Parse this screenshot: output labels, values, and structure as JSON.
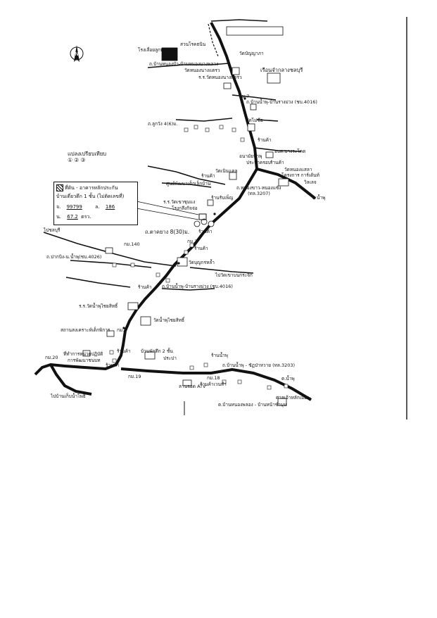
{
  "legend": {
    "item1": "ที่ดิน - อาคารหลักประกัน",
    "item2": "บ้านเดี่ยวตึก 1 ชั้น (ไม่ติดเลขที่)",
    "deed_prefix": "จ.",
    "deed_no": "99799",
    "deed_mid": "ล.",
    "deed_page": "186",
    "area_prefix": "น.",
    "area_val": "67.2",
    "area_unit": "ตรว."
  },
  "compare": {
    "title": "แปลงเปรียบเทียบ",
    "numbers": "①②③"
  },
  "north": "N",
  "labels": {
    "l1": "โรงเลื่อยลูกท",
    "l2": "สวนโรคธนิน",
    "l3": "วัดบัญญาภา",
    "l4": "ถ.บ้านหนองบัว-บ้านหนองบางพลวง",
    "l5": "วัดหนองนางแตรว",
    "l6": "ร.ร.วัดหนองนางแตรว",
    "l7": "เรือนจำกลางชลบุรี",
    "l8": "กม.7",
    "l9": "ถ.บ้านน้ำพุ-บ้านรางม่วง (ชบ.4016)",
    "l10": "ถ.ลูกวัง 4(6)ม.",
    "l11": "วัดไม่ซีอ",
    "l12": "ร้านค้า",
    "l13": "อบต.บางระโคด",
    "l14": "อนามัยน้ำพุ",
    "l15": "ประปาครอบ",
    "l16": "ร้านค้า",
    "l17": "วัดหนองแสลา",
    "l18": "โครงการ การ์เด้นท์",
    "l19": "วิลเลจ",
    "l20": "ร้านค้า",
    "l21": "วัดเนินแคล",
    "l22": "ถ.หนองขาว-หนองแซ้ง",
    "l23": "(ทล.3207)",
    "l24": "ถ.น้ำพุ",
    "l25": "ศูนย์พัฒนาเด็กเล็กบ้าน",
    "l26": "ร.ร.วัดเขาซุมแง",
    "l27": "โรงกลึงกิจจ่อ",
    "l28": "ร้านรับเพ็ญ",
    "l29": "ถ.ตาคยาง 8(30)ม.",
    "l30": "ร้านค้า",
    "l31": "ไปชลบุรี",
    "l32": "ถ.ปากบิง-น.น้ำพุ(ชบ.4026)",
    "l33": "กม.140",
    "l34": "กม.2",
    "l35": "ร้านค้า",
    "l36": "วัดบุญกรหล้ำ",
    "l37": "ไปวัดเขาบนกระจิก",
    "l38": "ร้านค้า",
    "l39": "ถ.บ้านน้ำพุ-บ้านรางม่วง (ชบ.4016)",
    "l40": "ร.ร.วัดน้ำพุไชยสิทธิ์",
    "l41": "วัดน้ำพุไชยสิทธิ์",
    "l42": "สถานสงเคราะห์เด็กพิการ",
    "l43": "กม.6",
    "l44": "ร้านค้า",
    "l45": "ที่ทำการหน่วยปฏิบัติ",
    "l46": "การพัฒนาชนบท",
    "l47": "กม.20",
    "l48": "ร้านค้า",
    "l49": "ไปบ้านเก็บน้ำโพธิ์",
    "l50": "บ้านพักตึก 2 ชั้น",
    "l51": "ประปา",
    "l52": "ร้านน้ำพุ",
    "l53": "ถ.บ้านน้ำพุ - ชัฏป่าหวาย (ทล.3203)",
    "l54": "ต.น้ำพุ",
    "l55": "ศาลเจ้าหลักเมือง",
    "l56": "ต.บ้านหนองพลอง - บ้านหน้าชำบุน",
    "l57": "กม.18",
    "l58": "ร้านค้าเวนทำ",
    "l59": "ลานจอด ATV",
    "l60": "กม.19"
  }
}
